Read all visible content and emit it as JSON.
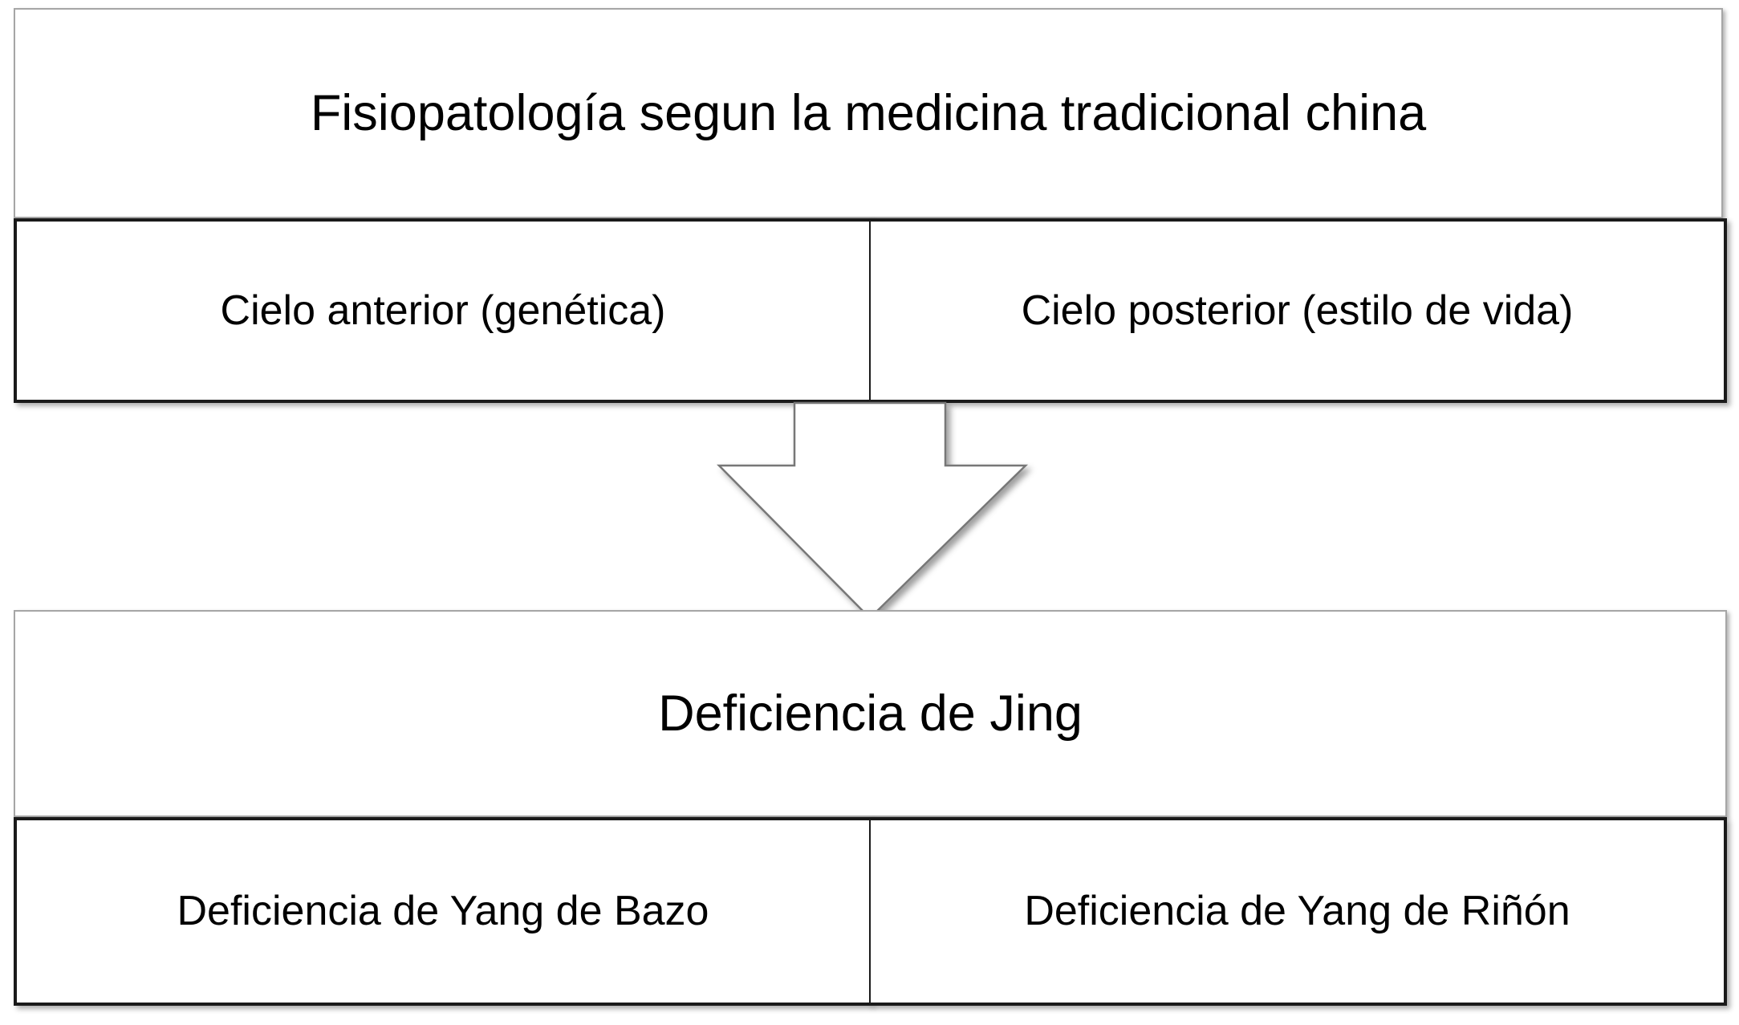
{
  "diagram": {
    "title": "Fisiopatología segun la medicina tradicional china",
    "row_causes": {
      "left": "Cielo anterior (genética)",
      "right": "Cielo posterior (estilo de vida)"
    },
    "connector": {
      "icon": "down-arrow-icon",
      "direction": "down"
    },
    "result": "Deficiencia de Jing",
    "row_consequences": {
      "left": "Deficiencia de Yang de Bazo",
      "right": "Deficiencia de Yang de Riñón"
    },
    "colors": {
      "background": "#ffffff",
      "thin_border": "#a6a6a6",
      "thick_border": "#1a1a1a",
      "text": "#000000",
      "arrow_fill": "#ffffff",
      "arrow_stroke": "#7f7f7f"
    }
  }
}
